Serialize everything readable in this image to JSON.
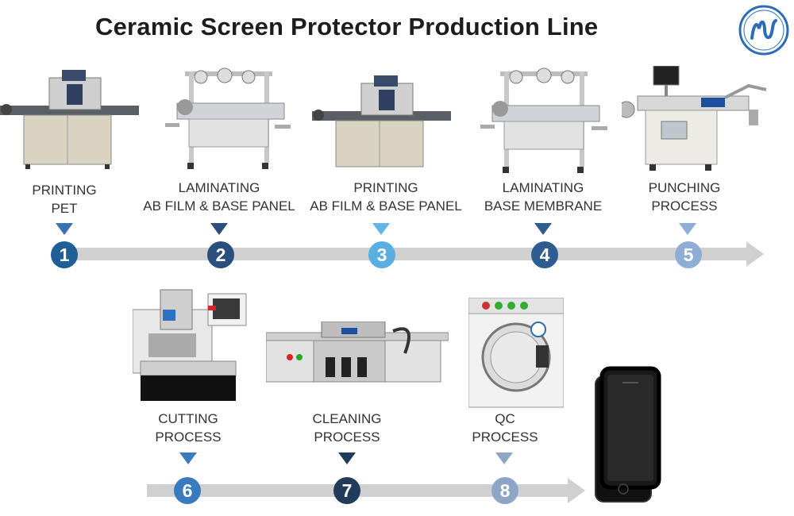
{
  "title": "Ceramic Screen Protector Production Line",
  "logo_text": "ML",
  "colors": {
    "dark": "#1f4e7a",
    "mid": "#3a6ea8",
    "light": "#5ba8dc",
    "pale": "#8fa9cc",
    "navy": "#233b5a"
  },
  "steps_top": [
    {
      "num": "1",
      "line1": "PRINTING",
      "line2": "PET",
      "color": "#1f5f95"
    },
    {
      "num": "2",
      "line1": "LAMINATING",
      "line2": "AB FILM & BASE PANEL",
      "color": "#2a4f7c"
    },
    {
      "num": "3",
      "line1": "PRINTING",
      "line2": "AB FILM & BASE PANEL",
      "color": "#5aaee0"
    },
    {
      "num": "4",
      "line1": "LAMINATING",
      "line2": "BASE MEMBRANE",
      "color": "#2f5c91"
    },
    {
      "num": "5",
      "line1": "PUNCHING",
      "line2": "PROCESS",
      "color": "#8eaed6"
    }
  ],
  "steps_bottom": [
    {
      "num": "6",
      "line1": "CUTTING",
      "line2": "PROCESS",
      "color": "#3a7bc0"
    },
    {
      "num": "7",
      "line1": "CLEANING",
      "line2": "PROCESS",
      "color": "#233b5a"
    },
    {
      "num": "8",
      "line1": "QC",
      "line2": "PROCESS",
      "color": "#8ea6c6"
    }
  ]
}
